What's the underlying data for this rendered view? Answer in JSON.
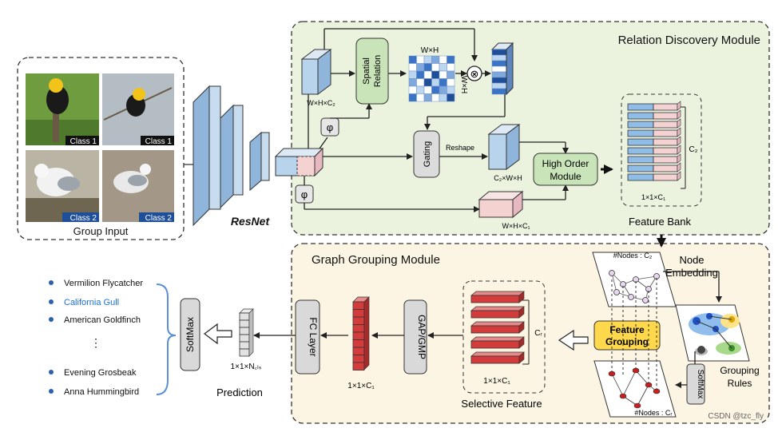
{
  "group_input": {
    "title": "Group Input",
    "images": [
      {
        "label": "Class 1",
        "subject": "yellow-headed blackbird on post"
      },
      {
        "label": "Class 1",
        "subject": "yellow-headed blackbird on branch"
      },
      {
        "label": "Class 2",
        "subject": "california gull standing"
      },
      {
        "label": "Class 2",
        "subject": "california gull on rock"
      }
    ]
  },
  "resnet": {
    "label": "ResNet"
  },
  "relation_module": {
    "title": "Relation Discovery Module",
    "phi_top": "φ",
    "phi_bottom": "φ",
    "block_whc2": "W×H×C₂",
    "spatial_relation": [
      "Spatial",
      "Relation"
    ],
    "matrix_top_label": "W×H",
    "matrix_side_label": "W×H",
    "multiply_symbol": "⊗",
    "gating": "Gating",
    "reshape": "Reshape",
    "block_c2wh": "C₂×W×H",
    "high_order": [
      "High Order",
      "Module"
    ],
    "block_whc1": "W×H×C₁",
    "feature_bank": {
      "title": "Feature Bank",
      "side": "C₂",
      "bottom": "1×1×C₁"
    }
  },
  "graph_module": {
    "title": "Graph Grouping Module",
    "nodes_top": "#Nodes : C₂",
    "node_embedding": [
      "Node",
      "Embedding"
    ],
    "feature_grouping": [
      "Feature",
      "Grouping"
    ],
    "grouping_rules": [
      "Grouping",
      "Rules"
    ],
    "softmax_side": "SoftMax",
    "nodes_bottom": "#Nodes : Cᵣ",
    "selective_feature": {
      "title": "Selective Feature",
      "side": "Cᵣ",
      "bottom": "1×1×C₁"
    },
    "gap_gmp": "GAP/GMP",
    "stack_label": "1×1×C₁",
    "fc_layer": "FC Layer"
  },
  "prediction": {
    "title": "Prediction",
    "vector_label": "1×1×N꜀ₗₛ",
    "softmax": "SoftMax",
    "classes": [
      {
        "name": "Vermilion Flycatcher",
        "highlight": false
      },
      {
        "name": "California Gull",
        "highlight": true
      },
      {
        "name": "American Goldfinch",
        "highlight": false
      },
      {
        "name": "⋮",
        "highlight": false
      },
      {
        "name": "Evening Grosbeak",
        "highlight": false
      },
      {
        "name": "Anna Hummingbird",
        "highlight": false
      }
    ]
  },
  "watermark": "CSDN @tzc_fly",
  "colors": {
    "relation_bg": "#ebf3df",
    "graph_bg": "#fcf5e3",
    "green_box": "#c9e4b8",
    "blue_block": "#b8d4ec",
    "pink_block": "#f4d2d2",
    "red_bar": "#d43c3c",
    "yellow_box": "#ffd84c",
    "accent_text": "#1f6fd1"
  }
}
